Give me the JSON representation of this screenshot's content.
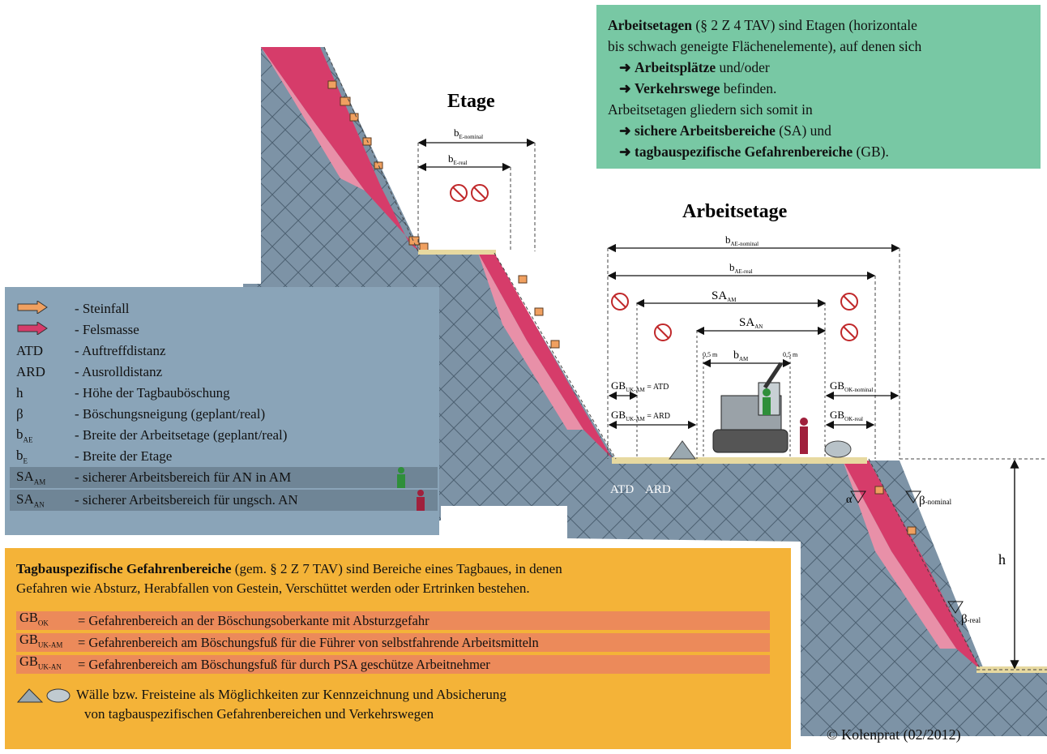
{
  "titles": {
    "etage": "Etage",
    "arbeitsetage": "Arbeitsetage"
  },
  "green_info": {
    "line1_bold": "Arbeitsetagen",
    "line1_rest": " (§ 2 Z 4 TAV) sind Etagen (horizontale",
    "line2": "bis schwach geneigte Flächenelemente), auf denen sich",
    "item1_bold": "Arbeitsplätze",
    "item1_rest": " und/oder",
    "item2_bold": "Verkehrswege",
    "item2_rest": " befinden.",
    "line5": "Arbeitsetagen gliedern sich somit in",
    "item3_bold": "sichere Arbeitsbereiche",
    "item3_rest": " (SA) und",
    "item4_bold": "tagbauspezifische Gefahrenbereiche",
    "item4_rest": " (GB).",
    "bullet": "➜"
  },
  "legend": {
    "rows": [
      {
        "sym": "",
        "desc": "- Steinfall"
      },
      {
        "sym": "",
        "desc": "- Felsmasse"
      },
      {
        "sym": "ATD",
        "desc": "- Auftreffdistanz"
      },
      {
        "sym": "ARD",
        "desc": "- Ausrolldistanz"
      },
      {
        "sym": "h",
        "desc": "- Höhe der Tagbauböschung"
      },
      {
        "sym": "β",
        "desc": "- Böschungsneigung (geplant/real)"
      },
      {
        "sym": "b",
        "sub": "AE",
        "desc": "- Breite der Arbeitsetage (geplant/real)"
      },
      {
        "sym": "b",
        "sub": "E",
        "desc": "- Breite der Etage"
      },
      {
        "sym": "SA",
        "sub": "AM",
        "desc": "- sicherer Arbeitsbereich für AN in AM"
      },
      {
        "sym": "SA",
        "sub": "AN",
        "desc": "- sicherer Arbeitsbereich für ungsch. AN"
      }
    ]
  },
  "diagram": {
    "be_nominal": "b",
    "be_nominal_sub": "E-nominal",
    "be_real": "b",
    "be_real_sub": "E-real",
    "bae_nominal": "b",
    "bae_nominal_sub": "AE-nominal",
    "bae_real": "b",
    "bae_real_sub": "AE-real",
    "sa_am": "SA",
    "sa_am_sub": "AM",
    "sa_an": "SA",
    "sa_an_sub": "AN",
    "b_am": "b",
    "b_am_sub": "AM",
    "half_m_left": "0,5 m",
    "half_m_right": "0,5 m",
    "gb_ukam_atd": "GB",
    "gb_ukam_atd_sub": "UK-AM",
    "gb_ukam_atd_rest": " = ATD",
    "gb_ukam_ard": "GB",
    "gb_ukam_ard_sub": "UK-AM",
    "gb_ukam_ard_rest": " = ARD",
    "gb_ok_nominal": "GB",
    "gb_ok_nominal_sub": "OK-nominal",
    "gb_ok_real": "GB",
    "gb_ok_real_sub": "OK-real",
    "atd": "ATD",
    "ard": "ARD",
    "alpha": "α",
    "h": "h",
    "beta_nominal": "β",
    "beta_nominal_sub": "-nominal",
    "beta_real": "β",
    "beta_real_sub": "-real"
  },
  "orange_box": {
    "title_bold": "Tagbauspezifische Gefahrenbereiche",
    "title_rest": " (gem. § 2 Z 7 TAV) sind  Bereiche eines Tagbaues, in denen",
    "line2": "Gefahren wie Absturz, Herabfallen von Gestein, Verschüttet werden oder Ertrinken bestehen.",
    "gb_rows": [
      {
        "abbr": "GB",
        "sub": "OK",
        "text": "= Gefahrenbereich an der Böschungsoberkante mit Absturzgefahr"
      },
      {
        "abbr": "GB",
        "sub": "UK-AM",
        "text": "= Gefahrenbereich am Böschungsfuß für die Führer von selbstfahrende Arbeitsmitteln"
      },
      {
        "abbr": "GB",
        "sub": "UK-AN",
        "text": "= Gefahrenbereich am Böschungsfuß für durch PSA geschütze Arbeitnehmer"
      }
    ],
    "walls_line1": "Wälle bzw. Freisteine als Möglichkeiten zur Kennzeichnung und Absicherung",
    "walls_line2": "von tagbauspezifischen Gefahrenbereichen und Verkehrswegen"
  },
  "copyright": "© Kolenprat (02/2012)",
  "colors": {
    "rock": "#7d93a6",
    "rock_mass": "#d63c6a",
    "rock_mass_light": "#e890a8",
    "rockfall": "#f0a060",
    "green_box": "#78c8a4",
    "orange_box": "#f4b338",
    "legend_box": "#8aa4b8",
    "worker_green": "#2f8f3a",
    "worker_red": "#a0203c"
  }
}
